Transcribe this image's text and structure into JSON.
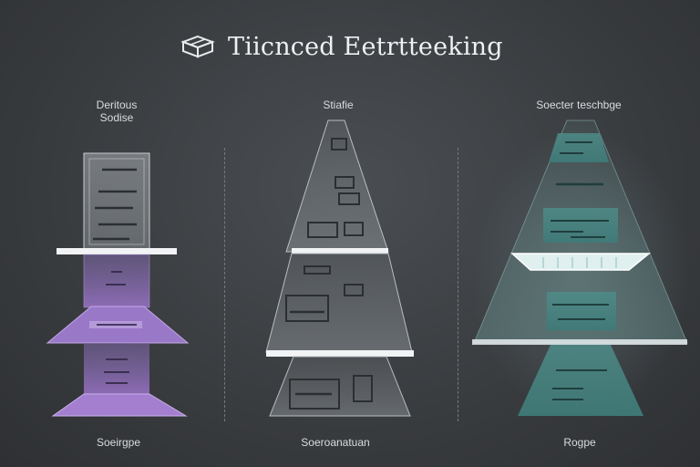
{
  "header": {
    "title": "Tiicnced Eetrtteeking",
    "logo_icon": "cube-icon"
  },
  "columns": [
    {
      "top_label_1": "Deritous",
      "top_label_2": "Sodise",
      "bottom_label": "Soeirgpe"
    },
    {
      "top_label_1": "Stiafie",
      "top_label_2": "",
      "bottom_label": "Soeroanatuan"
    },
    {
      "top_label_1": "Soecter teschbge",
      "top_label_2": "",
      "bottom_label": "Rogpe"
    }
  ],
  "colors": {
    "background": "#3a3d40",
    "purple": "#8a6ab8",
    "grey_glass": "#8b9094",
    "teal": "#4f8f8c",
    "plate": "#f1f3f5"
  }
}
